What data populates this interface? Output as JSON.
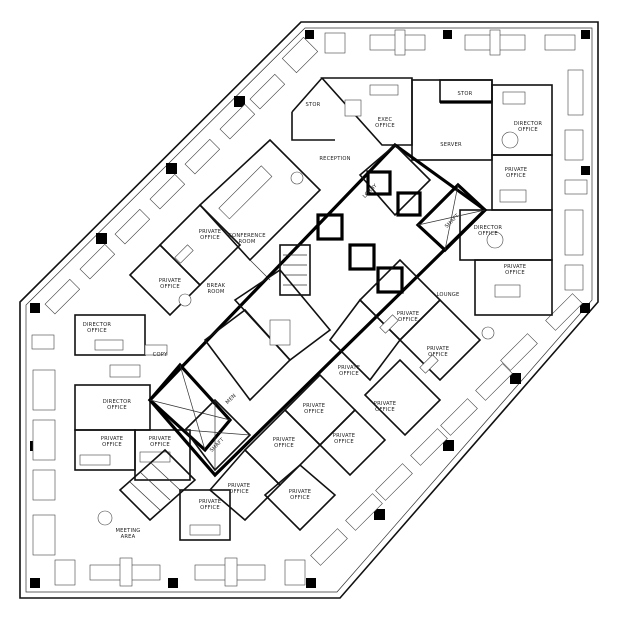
{
  "labels": {
    "stor_left": "STOR",
    "exec_office": [
      "EXEC",
      "OFFICE"
    ],
    "stor_right": "STOR",
    "server": "SERVER",
    "reception": "RECEPTION",
    "lobby": "LOBBY",
    "shaft_top": "SHAFT",
    "conference": [
      "CONFERENCE",
      "ROOM"
    ],
    "private_office_a": [
      "PRIVATE",
      "OFFICE"
    ],
    "private_office_b": [
      "PRIVATE",
      "OFFICE"
    ],
    "break_room": [
      "BREAK",
      "ROOM"
    ],
    "director_office_tr": [
      "DIRECTOR",
      "OFFICE"
    ],
    "private_office_tr": [
      "PRIVATE",
      "OFFICE"
    ],
    "director_office_r": [
      "DIRECTOR",
      "OFFICE"
    ],
    "private_office_r": [
      "PRIVATE",
      "OFFICE"
    ],
    "lounge": "LOUNGE",
    "director_office_l1": [
      "DIRECTOR",
      "OFFICE"
    ],
    "copy": "COPY",
    "director_office_l2": [
      "DIRECTOR",
      "OFFICE"
    ],
    "private_office_l1": [
      "PRIVATE",
      "OFFICE"
    ],
    "private_office_l2": [
      "PRIVATE",
      "OFFICE"
    ],
    "men": "MEN",
    "shaft_bottom": "SHAFT",
    "private_office_c1": [
      "PRIVATE",
      "OFFICE"
    ],
    "private_office_c2": [
      "PRIVATE",
      "OFFICE"
    ],
    "private_office_c3": [
      "PRIVATE",
      "OFFICE"
    ],
    "private_office_c4": [
      "PRIVATE",
      "OFFICE"
    ],
    "private_office_c5": [
      "PRIVATE",
      "OFFICE"
    ],
    "private_office_c6": [
      "PRIVATE",
      "OFFICE"
    ],
    "private_office_c7": [
      "PRIVATE",
      "OFFICE"
    ],
    "private_office_c8": [
      "PRIVATE",
      "OFFICE"
    ],
    "private_office_c9": [
      "PRIVATE",
      "OFFICE"
    ],
    "private_office_c10": [
      "PRIVATE",
      "OFFICE"
    ],
    "meeting_area": [
      "MEETING",
      "AREA"
    ]
  }
}
